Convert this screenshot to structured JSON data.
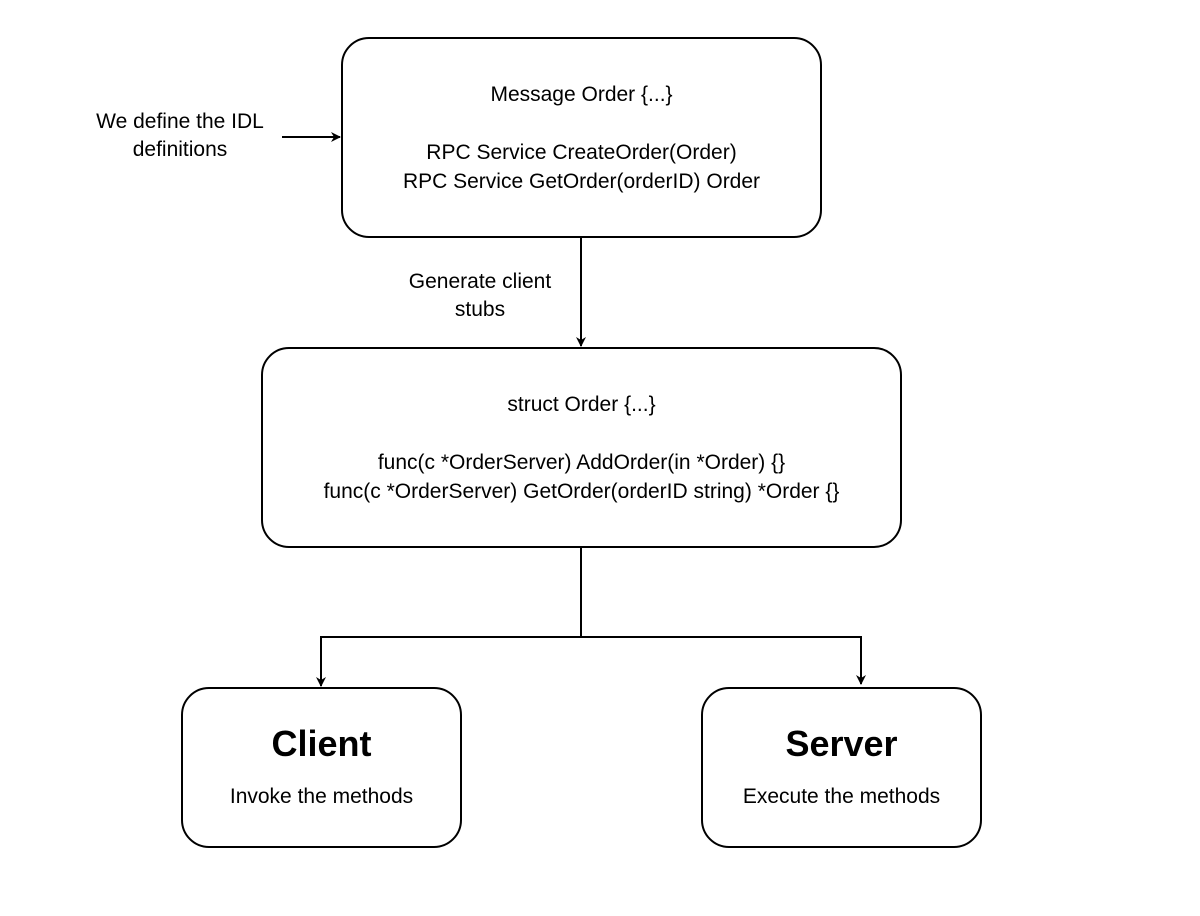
{
  "idl_box": {
    "message_line": "Message Order {...}",
    "rpc_line_1": "RPC Service CreateOrder(Order)",
    "rpc_line_2": "RPC Service GetOrder(orderID) Order"
  },
  "stub_box": {
    "struct_line": "struct Order {...}",
    "func_line_1": "func(c *OrderServer) AddOrder(in *Order) {}",
    "func_line_2": "func(c *OrderServer) GetOrder(orderID string) *Order {}"
  },
  "client_box": {
    "title": "Client",
    "description": "Invoke the methods"
  },
  "server_box": {
    "title": "Server",
    "description": "Execute the methods"
  },
  "labels": {
    "idl_line_1": "We define the IDL",
    "idl_line_2": "definitions",
    "generate_line_1": "Generate client",
    "generate_line_2": "stubs"
  },
  "colors": {
    "stroke": "#000000",
    "background": "#ffffff"
  }
}
